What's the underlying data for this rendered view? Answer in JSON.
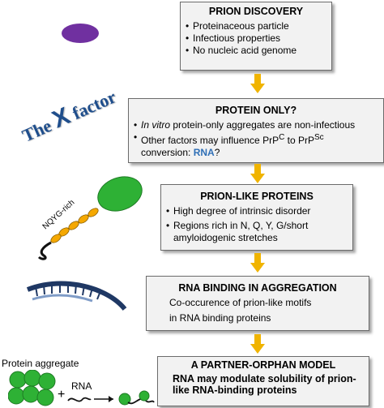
{
  "boxes": {
    "discovery": {
      "title": "PRION DISCOVERY",
      "items": [
        "Proteinaceous particle",
        "Infectious properties",
        "No nucleic acid genome"
      ]
    },
    "protein_only": {
      "title": "PROTEIN ONLY?",
      "item1_italic": "In vitro",
      "item1_rest": " protein-only aggregates are non-infectious",
      "item2_a": "Other factors may influence PrP",
      "item2_sup1": "C",
      "item2_b": " to PrP",
      "item2_sup2": "Sc",
      "item2_c": "conversion: ",
      "item2_rna": "RNA",
      "item2_end": "?"
    },
    "prion_like": {
      "title": "PRION-LIKE PROTEINS",
      "items": [
        "High degree of intrinsic disorder",
        "Regions rich in N, Q, Y, G/short amyloidogenic stretches"
      ]
    },
    "rna_binding": {
      "title": "RNA BINDING IN AGGREGATION",
      "lines": [
        "Co-occurence of prion-like motifs",
        "in RNA binding proteins"
      ]
    },
    "model": {
      "title": "A PARTNER-ORPHAN MODEL",
      "text": "RNA may modulate solubility of prion-like RNA-binding proteins"
    }
  },
  "side": {
    "x_factor_pre": "The ",
    "x_factor_x": "X",
    "x_factor_post": " factor",
    "nqyg": "NQYG-rich",
    "protein_aggregate": "Protein aggregate",
    "plus": "+",
    "rna": "RNA"
  },
  "colors": {
    "box_fill": "#f2f2f2",
    "box_border": "#6b6b6b",
    "arrow": "#f0b400",
    "purple": "#7030a0",
    "green": "#2eb135",
    "orange": "#f5a800",
    "blue": "#1f4e8c",
    "rna_text": "#2f6fb6"
  }
}
